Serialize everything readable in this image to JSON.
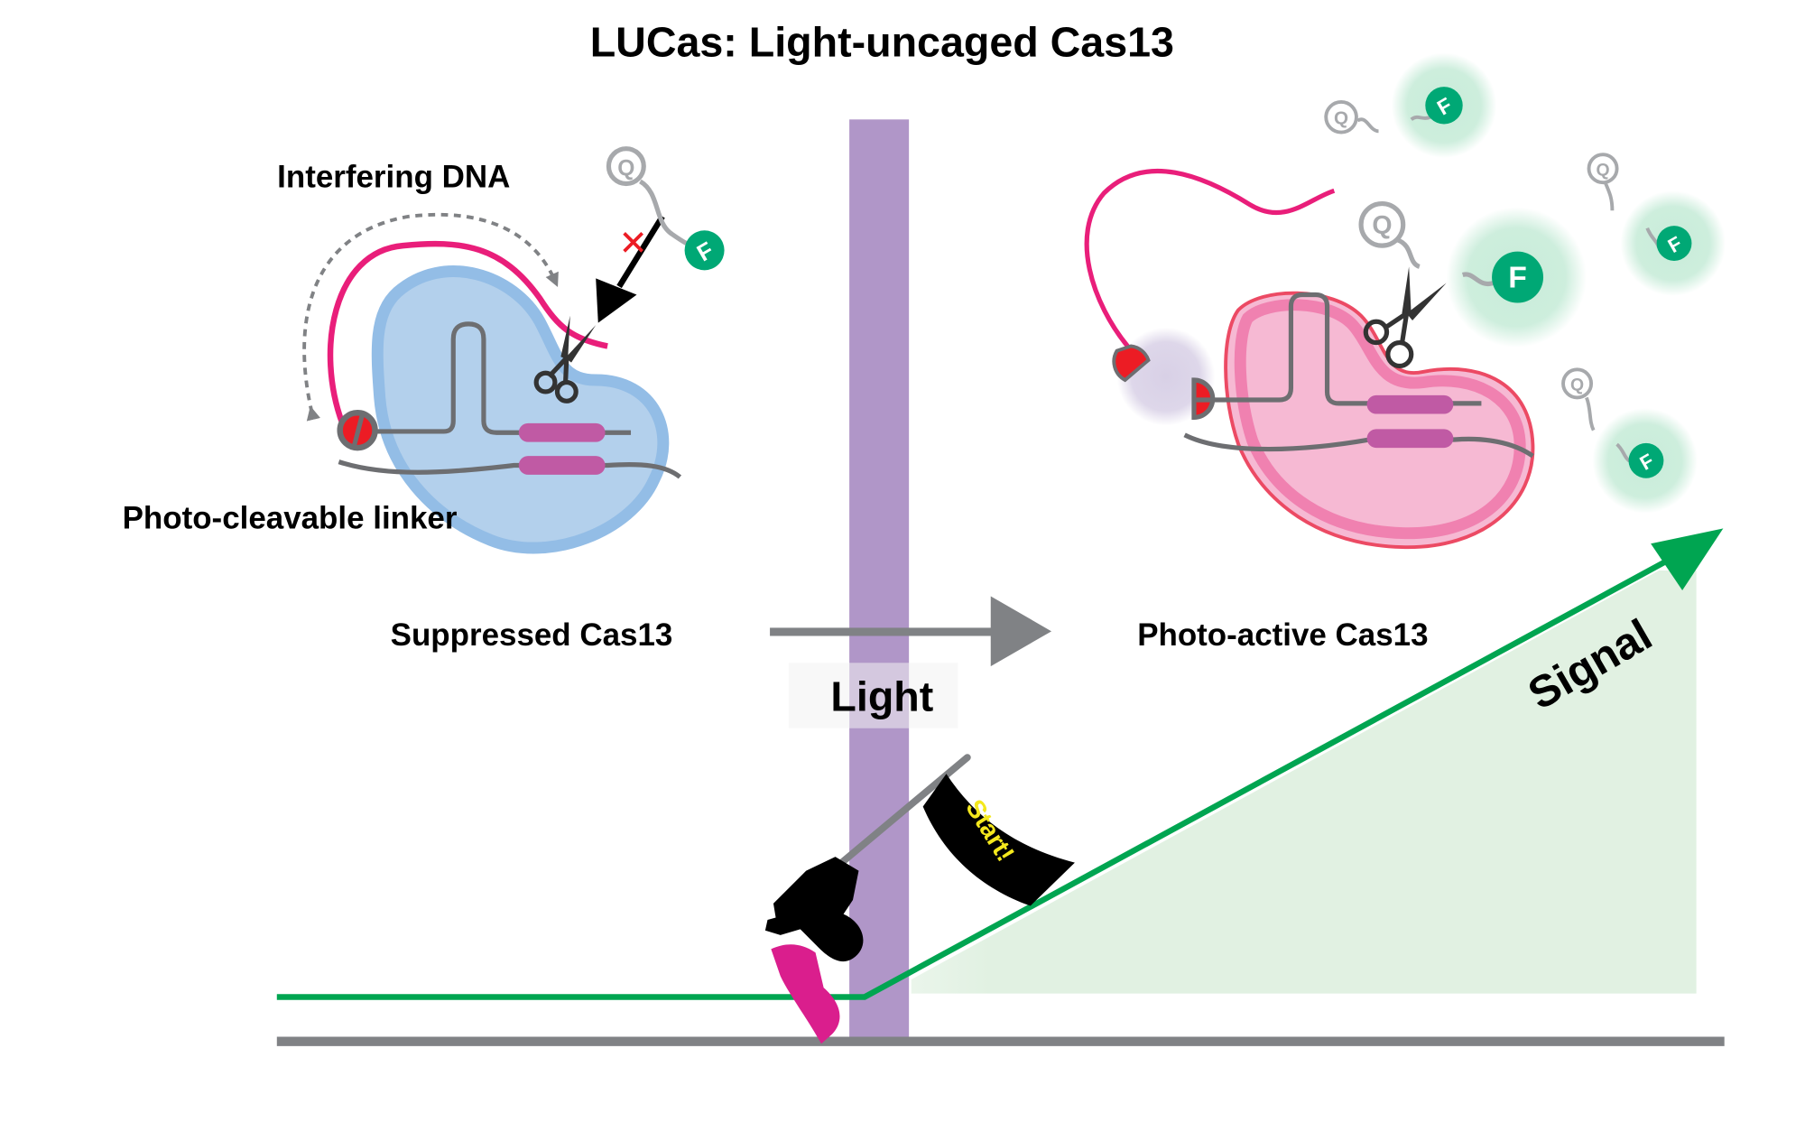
{
  "title": "LUCas: Light-uncaged Cas13",
  "labels": {
    "interfering_dna": "Interfering DNA",
    "photo_cleavable_linker": "Photo-cleavable linker",
    "suppressed": "Suppressed Cas13",
    "photo_active": "Photo-active Cas13",
    "light": "Light",
    "signal": "Signal",
    "start": "Start!"
  },
  "glyphs": {
    "quencher": "Q",
    "fluorophore": "F",
    "blocked_mark": "✕"
  },
  "colors": {
    "suppressed_protein_fill": "#b3d0ec",
    "suppressed_protein_border": "#93bde6",
    "active_protein_fill": "#f6b9d3",
    "active_protein_rim": "#f081b0",
    "active_protein_outline": "#ec4a64",
    "interfering_dna": "#e91e7a",
    "linker_red": "#ec1c24",
    "crrna_gray": "#6d6e71",
    "target_pink": "#c05aa4",
    "fluorophore_green": "#00a875",
    "glow_green": "#c8ecd9",
    "light_beam": "#b096c8",
    "signal_green": "#00a551",
    "signal_area": "#e1f1e2",
    "baseline_gray": "#808285",
    "flag_black": "#000000",
    "start_yellow": "#f4e81d",
    "gun_grip": "#da1e8d"
  }
}
